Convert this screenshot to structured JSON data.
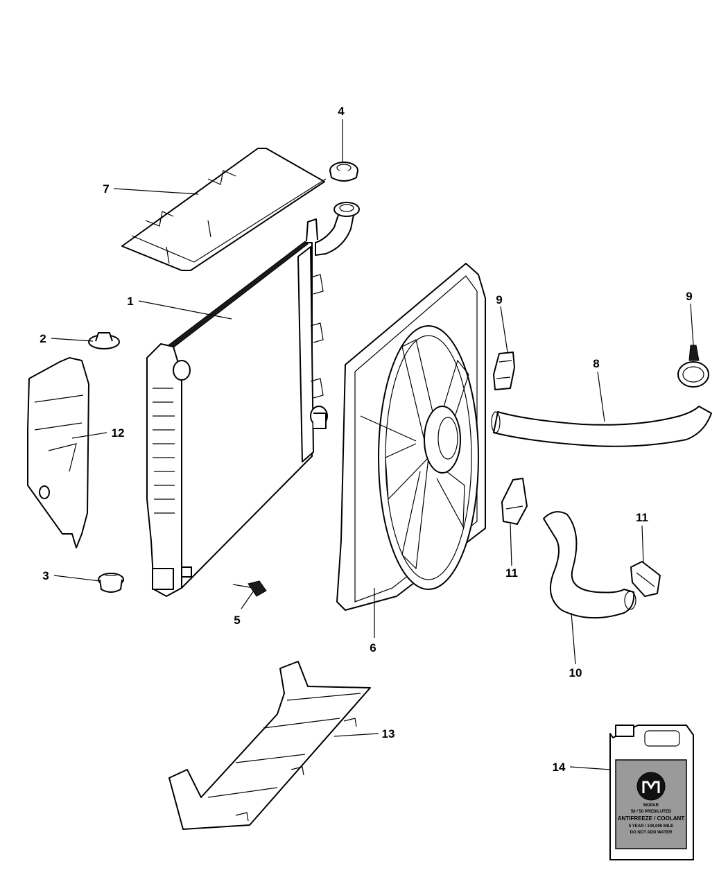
{
  "diagram": {
    "callouts": [
      {
        "id": "c1",
        "label": "1"
      },
      {
        "id": "c2",
        "label": "2"
      },
      {
        "id": "c3",
        "label": "3"
      },
      {
        "id": "c4",
        "label": "4"
      },
      {
        "id": "c5",
        "label": "5"
      },
      {
        "id": "c6",
        "label": "6"
      },
      {
        "id": "c7",
        "label": "7"
      },
      {
        "id": "c8",
        "label": "8"
      },
      {
        "id": "c9a",
        "label": "9"
      },
      {
        "id": "c9b",
        "label": "9"
      },
      {
        "id": "c10",
        "label": "10"
      },
      {
        "id": "c11a",
        "label": "11"
      },
      {
        "id": "c11b",
        "label": "11"
      },
      {
        "id": "c12",
        "label": "12"
      },
      {
        "id": "c13",
        "label": "13"
      },
      {
        "id": "c14",
        "label": "14"
      }
    ],
    "jug_label": {
      "brand": "MOPAR",
      "line1": "50 / 50 PREDILUTED",
      "line2": "ANTIFREEZE / COOLANT",
      "line3": "5 YEAR / 100,000 MILE",
      "line4": "DO NOT ADD WATER"
    }
  }
}
